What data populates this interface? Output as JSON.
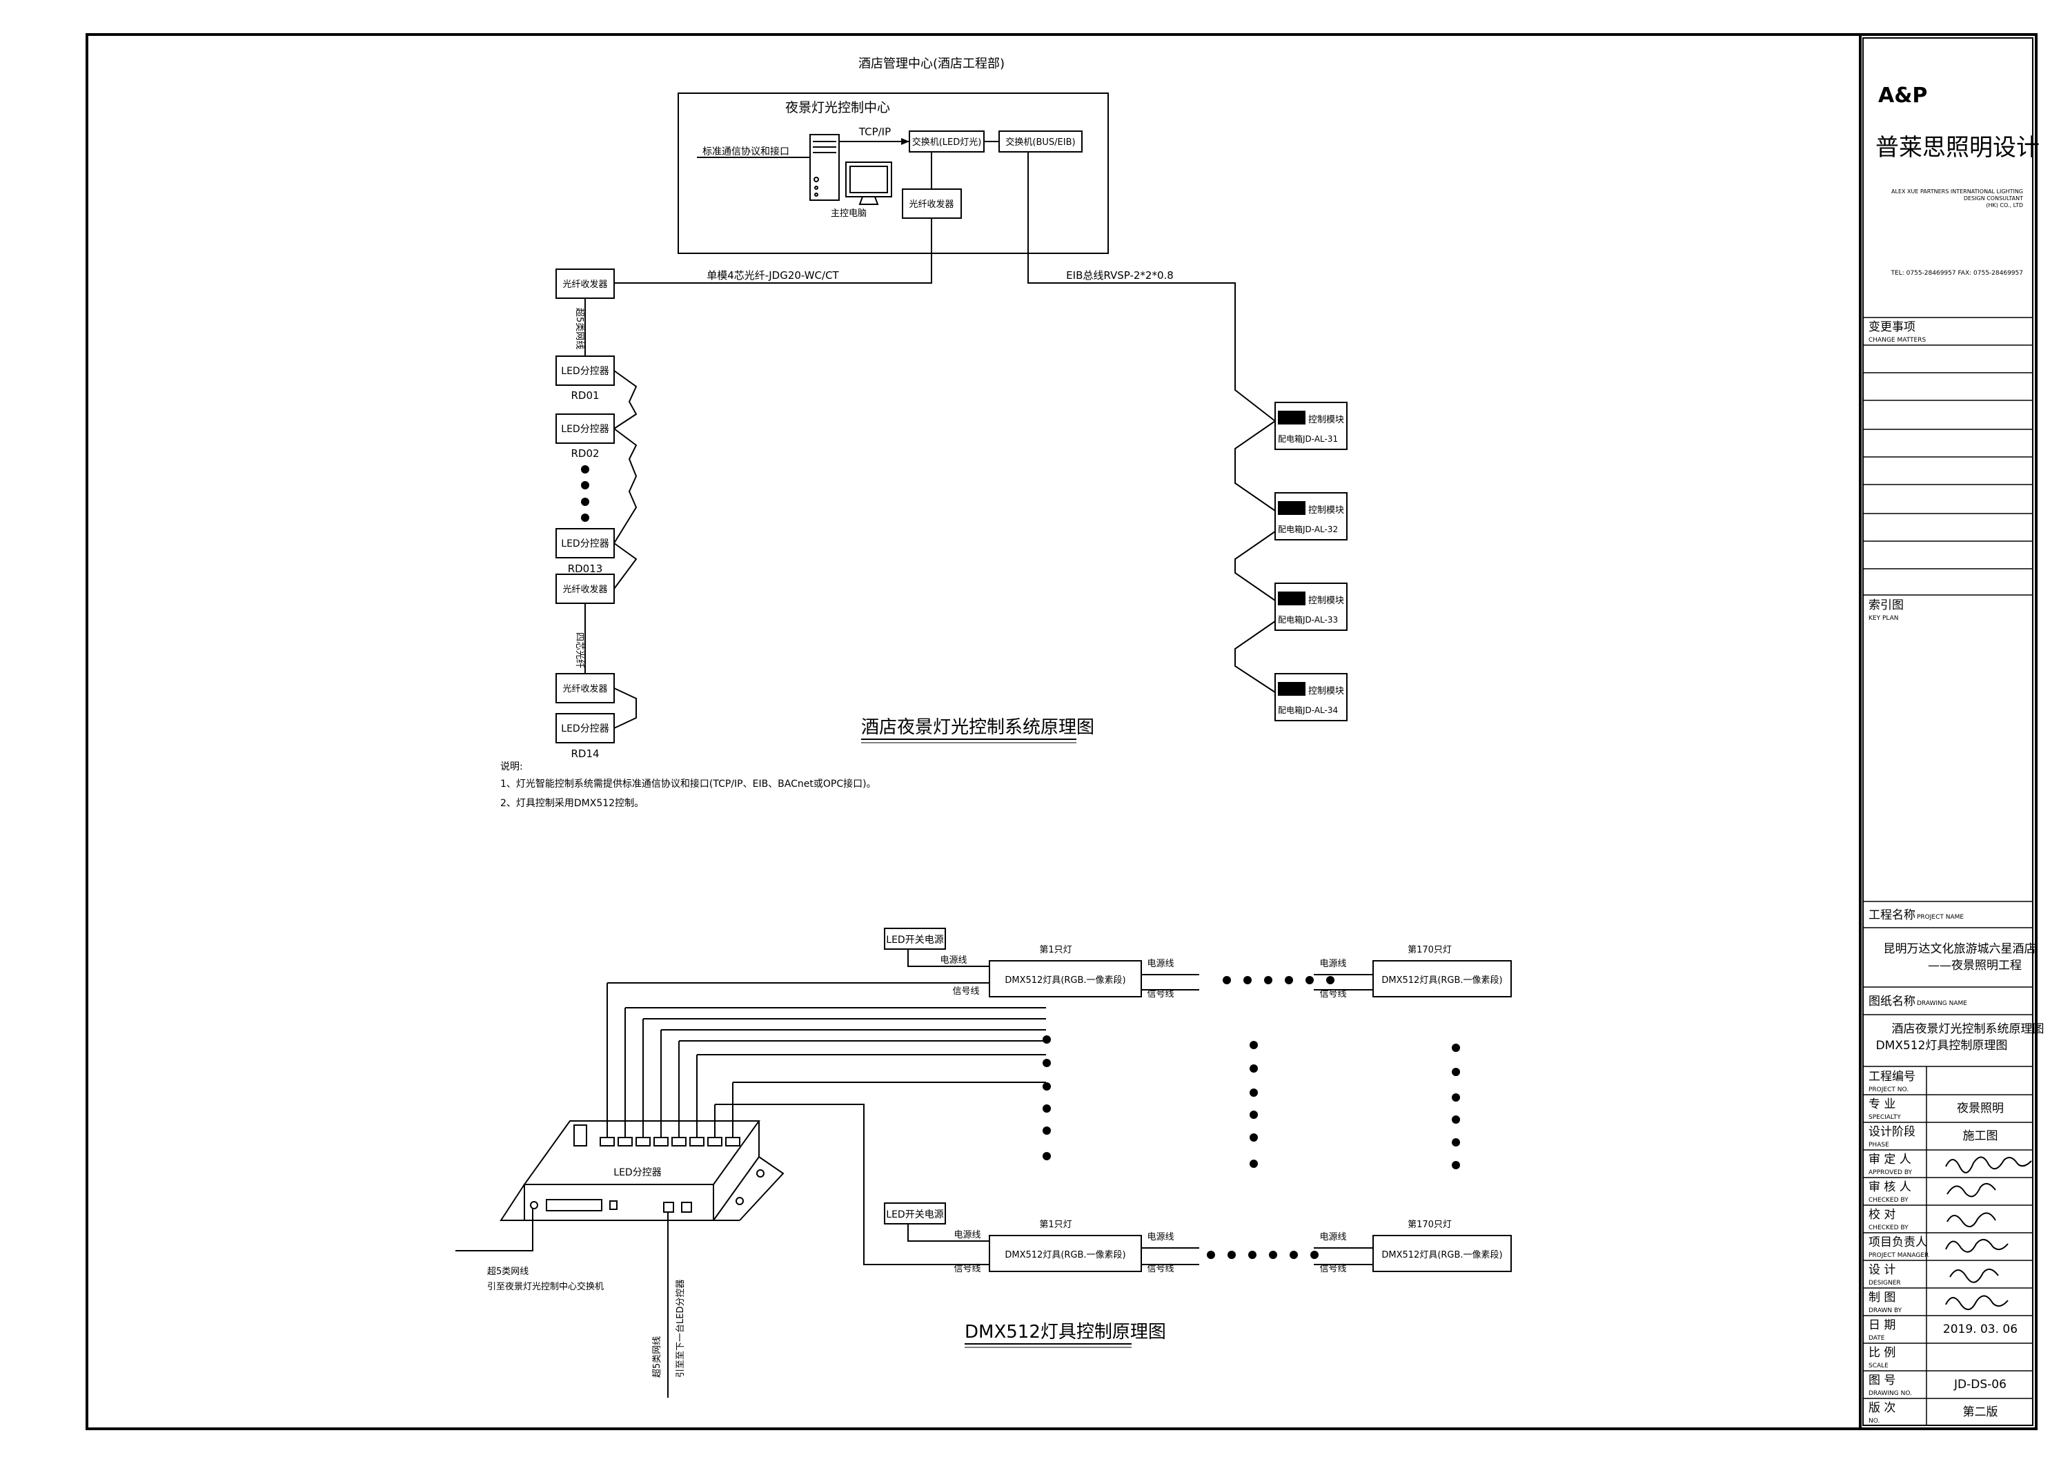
{
  "title_block": {
    "logo": "A&P",
    "company": "普莱思照明设计",
    "company_en_1": "ALEX XUE PARTNERS INTERNATIONAL LIGHTING",
    "company_en_2": "DESIGN CONSULTANT",
    "company_en_3": "(HK) CO., LTD",
    "tel_fax": "TEL: 0755-28469957   FAX: 0755-28469957",
    "change_matters": "变更事项",
    "change_matters_en": "CHANGE MATTERS",
    "key_plan": "索引图",
    "key_plan_en": "KEY PLAN",
    "project_name_label": "工程名称",
    "project_name_label_en": "PROJECT NAME",
    "project_name_1": "昆明万达文化旅游城六星酒店",
    "project_name_2": "——夜景照明工程",
    "drawing_name_label": "图纸名称",
    "drawing_name_label_en": "DRAWING NAME",
    "drawing_name_1": "酒店夜景灯光控制系统原理图",
    "drawing_name_2": "DMX512灯具控制原理图",
    "rows": [
      {
        "cn": "工程编号",
        "en": "PROJECT NO.",
        "value": ""
      },
      {
        "cn": "专    业",
        "en": "SPECIALTY",
        "value": "夜景照明"
      },
      {
        "cn": "设计阶段",
        "en": "PHASE",
        "value": "施工图"
      },
      {
        "cn": "审 定 人",
        "en": "APPROVED BY",
        "value": ""
      },
      {
        "cn": "审 核 人",
        "en": "CHECKED BY",
        "value": ""
      },
      {
        "cn": "校    对",
        "en": "CHECKED BY",
        "value": ""
      },
      {
        "cn": "项目负责人",
        "en": "PROJECT MANAGER",
        "value": ""
      },
      {
        "cn": "设    计",
        "en": "DESIGNER",
        "value": ""
      },
      {
        "cn": "制    图",
        "en": "DRAWN BY",
        "value": ""
      },
      {
        "cn": "日    期",
        "en": "DATE",
        "value": "2019. 03. 06"
      },
      {
        "cn": "比    例",
        "en": "SCALE",
        "value": ""
      },
      {
        "cn": "图    号",
        "en": "DRAWING NO.",
        "value": "JD-DS-06"
      },
      {
        "cn": "版    次",
        "en": "NO.",
        "value": "第二版"
      }
    ]
  },
  "top_diagram": {
    "header": "酒店管理中心(酒店工程部)",
    "control_center": "夜景灯光控制中心",
    "protocol_label": "标准通信协议和接口",
    "tcpip": "TCP/IP",
    "switch_led": "交换机(LED灯光)",
    "switch_bus": "交换机(BUS/EIB)",
    "main_pc": "主控电脑",
    "fiber_transceiver": "光纤收发器",
    "fiber_cable": "单模4芯光纤-JDG20-WC/CT",
    "eib_cable": "EIB总线RVSP-2*2*0.8",
    "cat5_label": "超5类网线",
    "fiber4_label": "四芯光纤",
    "led_splitter": "LED分控器",
    "rd_labels": [
      "RD01",
      "RD02",
      "RD013",
      "RD14"
    ],
    "control_module": "控制模块",
    "distribution_boxes": [
      "配电箱JD-AL-31",
      "配电箱JD-AL-32",
      "配电箱JD-AL-33",
      "配电箱JD-AL-34"
    ],
    "title": "酒店夜景灯光控制系统原理图",
    "notes_title": "说明:",
    "note_1": "1、灯光智能控制系统需提供标准通信协议和接口(TCP/IP、EIB、BACnet或OPC接口)。",
    "note_2": "2、灯具控制采用DMX512控制。"
  },
  "bottom_diagram": {
    "led_power": "LED开关电源",
    "power_line": "电源线",
    "signal_line": "信号线",
    "first_lamp": "第1只灯",
    "last_lamp": "第170只灯",
    "dmx_fixture": "DMX512灯具(RGB.一像素段)",
    "led_splitter": "LED分控器",
    "cat5_note_1": "超5类网线",
    "cat5_note_2": "引至夜景灯光控制中心交换机",
    "cat5_vertical_1": "超5类网线",
    "cat5_vertical_2": "引至至下一台LED分控器",
    "title": "DMX512灯具控制原理图"
  }
}
